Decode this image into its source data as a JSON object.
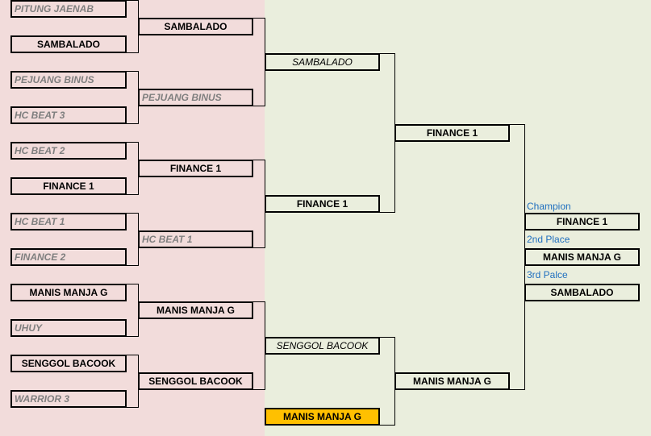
{
  "bracket": {
    "round1": [
      "PITUNG JAENAB",
      "SAMBALADO",
      "PEJUANG BINUS",
      "HC BEAT 3",
      "HC BEAT 2",
      "FINANCE 1",
      "HC BEAT 1",
      "FINANCE 2",
      "MANIS MANJA G",
      "UHUY",
      "SENGGOL BACOOK",
      "WARRIOR 3"
    ],
    "round2": [
      "SAMBALADO",
      "PEJUANG BINUS",
      "FINANCE 1",
      "HC BEAT 1",
      "MANIS MANJA G",
      "SENGGOL BACOOK"
    ],
    "round3": [
      "SAMBALADO",
      "FINANCE 1",
      "SENGGOL BACOOK",
      "MANIS MANJA G"
    ],
    "round4": [
      "FINANCE 1",
      "MANIS MANJA G"
    ]
  },
  "results": {
    "champion_label": "Champion",
    "champion": "FINANCE 1",
    "second_label": "2nd Place",
    "second": "MANIS MANJA G",
    "third_label": "3rd Palce",
    "third": "SAMBALADO"
  },
  "colors": {
    "left_background": "#f2dcdb",
    "right_background": "#eaeedd",
    "highlight": "#ffc000",
    "place_label": "#1f6fbf",
    "eliminated_text": "#7f7f7f"
  }
}
